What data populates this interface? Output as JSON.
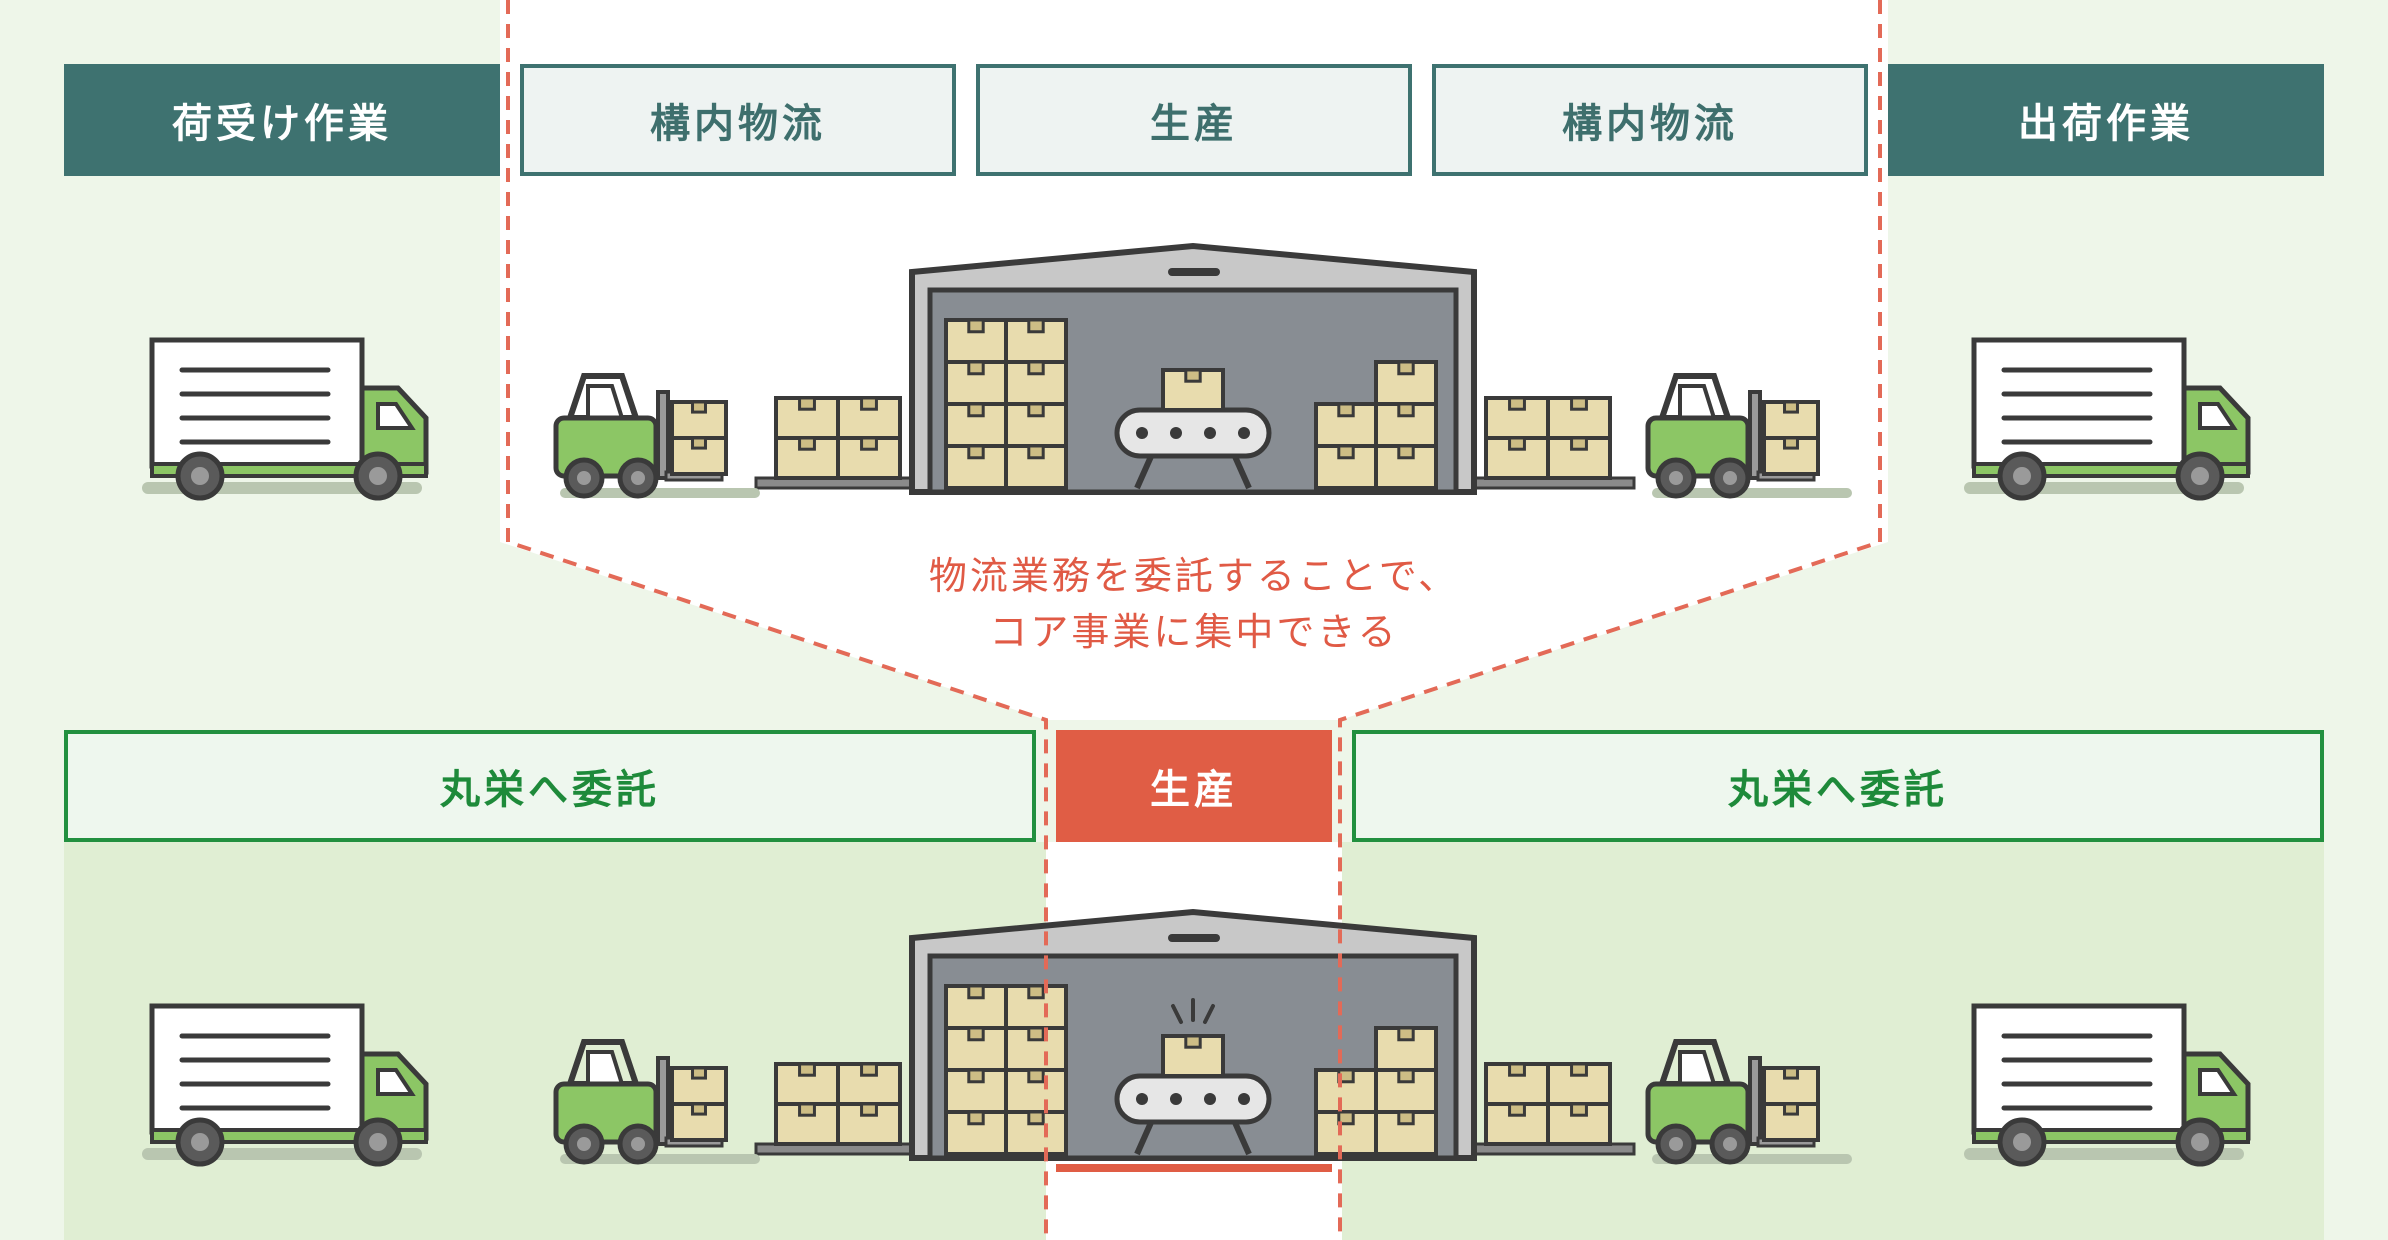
{
  "top_row": {
    "receiving": "荷受け作業",
    "logistics_left": "構内物流",
    "production": "生産",
    "logistics_right": "構内物流",
    "shipping": "出荷作業"
  },
  "message": {
    "line1": "物流業務を委託することで、",
    "line2": "コア事業に集中できる"
  },
  "bottom_row": {
    "outsource_left": "丸栄へ委託",
    "production": "生産",
    "outsource_right": "丸栄へ委託"
  },
  "colors": {
    "teal": "#3e7270",
    "accent_red": "#e05d45",
    "green": "#22903f",
    "truck_green": "#8cc665",
    "box": "#e8dcae"
  },
  "icons": [
    "truck-icon",
    "forklift-icon",
    "box-stack-icon",
    "warehouse-icon",
    "conveyor-icon"
  ]
}
